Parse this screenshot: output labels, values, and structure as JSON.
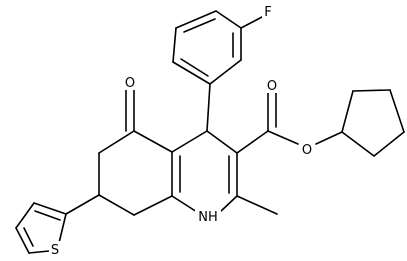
{
  "colors": {
    "bond": "#000000",
    "background": "#ffffff"
  },
  "atoms": [
    {
      "id": "f",
      "label": "F"
    },
    {
      "id": "o1",
      "label": "O"
    },
    {
      "id": "o2",
      "label": "O"
    },
    {
      "id": "o3",
      "label": "O"
    },
    {
      "id": "nh",
      "label": "NH"
    },
    {
      "id": "s",
      "label": "S"
    }
  ]
}
